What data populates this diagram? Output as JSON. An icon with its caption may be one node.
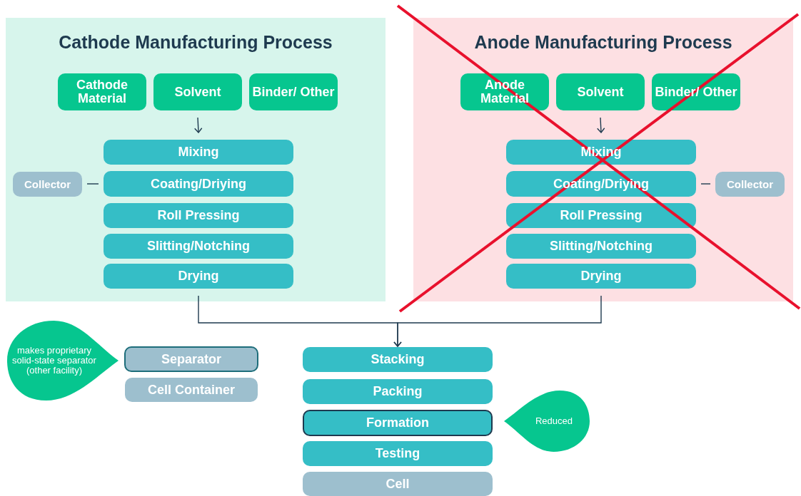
{
  "diagram": {
    "nodes": [
      {
        "text": [
          "Cathode Manufacturing Process"
        ]
      },
      {
        "text": [
          "Cathode Material"
        ],
        "in": 0
      },
      {
        "text": [
          "Solvent"
        ],
        "in": 0
      },
      {
        "text": [
          "Binder/ Other"
        ],
        "in": 0
      },
      {
        "text": [
          "Mixing"
        ],
        "in": 0
      },
      {
        "text": [
          "Coating/Driying"
        ],
        "in": 0
      },
      {
        "text": [
          "Roll Pressing"
        ],
        "in": 0
      },
      {
        "text": [
          "Slitting/Notching"
        ],
        "in": 0
      },
      {
        "text": [
          "Drying"
        ],
        "in": 0
      },
      {
        "text": [
          "Collector"
        ],
        "in": 0
      },
      {
        "text": [
          "Anode Manufacturing Process"
        ]
      },
      {
        "text": [
          "Anode Material"
        ],
        "in": 10
      },
      {
        "text": [
          "Solvent"
        ],
        "in": 10
      },
      {
        "text": [
          "Binder/ Other"
        ],
        "in": 10
      },
      {
        "text": [
          "Mixing"
        ],
        "in": 10
      },
      {
        "text": [
          "Coating/Driying"
        ],
        "in": 10
      },
      {
        "text": [
          "Roll Pressing"
        ],
        "in": 10
      },
      {
        "text": [
          "Slitting/Notching"
        ],
        "in": 10
      },
      {
        "text": [
          "Drying"
        ],
        "in": 10
      },
      {
        "text": [
          "Collector"
        ],
        "in": 10
      },
      {
        "text": [
          "makes proprietary solid-state separator (other facility)"
        ]
      },
      {
        "text": [
          "Separator"
        ]
      },
      {
        "text": [
          "Cell Container"
        ]
      },
      {
        "text": [
          "Stacking"
        ]
      },
      {
        "text": [
          "Packing"
        ]
      },
      {
        "text": [
          "Formation"
        ]
      },
      {
        "text": [
          "Testing"
        ]
      },
      {
        "text": [
          "Cell"
        ]
      },
      {
        "text": [
          "Reduced"
        ]
      }
    ],
    "edges": [
      {
        "from": 2,
        "to": 4,
        "arrow": "to"
      },
      {
        "from": 9,
        "to": 5,
        "arrow": "none"
      },
      {
        "from": 12,
        "to": 14,
        "arrow": "to"
      },
      {
        "from": 19,
        "to": 15,
        "arrow": "none"
      },
      {
        "from": 8,
        "to": 23,
        "arrow": "to"
      },
      {
        "from": 18,
        "to": 23,
        "arrow": "to"
      }
    ]
  }
}
